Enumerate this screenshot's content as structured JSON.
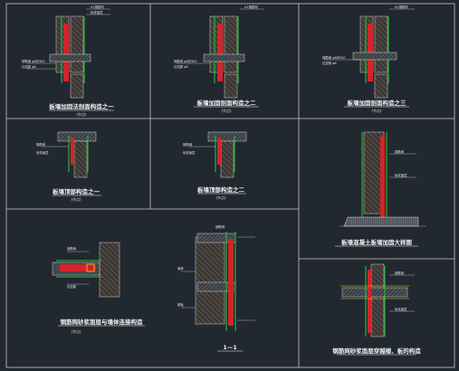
{
  "panels": {
    "p1": {
      "title": "板墙加固法剖面构造之一",
      "sub": "(节点)"
    },
    "p2": {
      "title": "板墙加固剖面构造之二",
      "sub": "(节点)"
    },
    "p3": {
      "title": "板墙加固剖面构造之三",
      "sub": "(节点)"
    },
    "p4": {
      "title": "板墙顶部构造之一",
      "sub": "(节点)"
    },
    "p5": {
      "title": "板墙顶部构造之二",
      "sub": "(节点)"
    },
    "p6": {
      "title": "板墙混凝土板墙加固大样图"
    },
    "p7": {
      "title": "钢筋网砂浆面层与墙体连接构造",
      "sub": "(节点)"
    },
    "p8": {
      "title": "1—1"
    },
    "p9": {
      "title": "钢筋网砂浆面层穿越楼、板的构造"
    }
  }
}
